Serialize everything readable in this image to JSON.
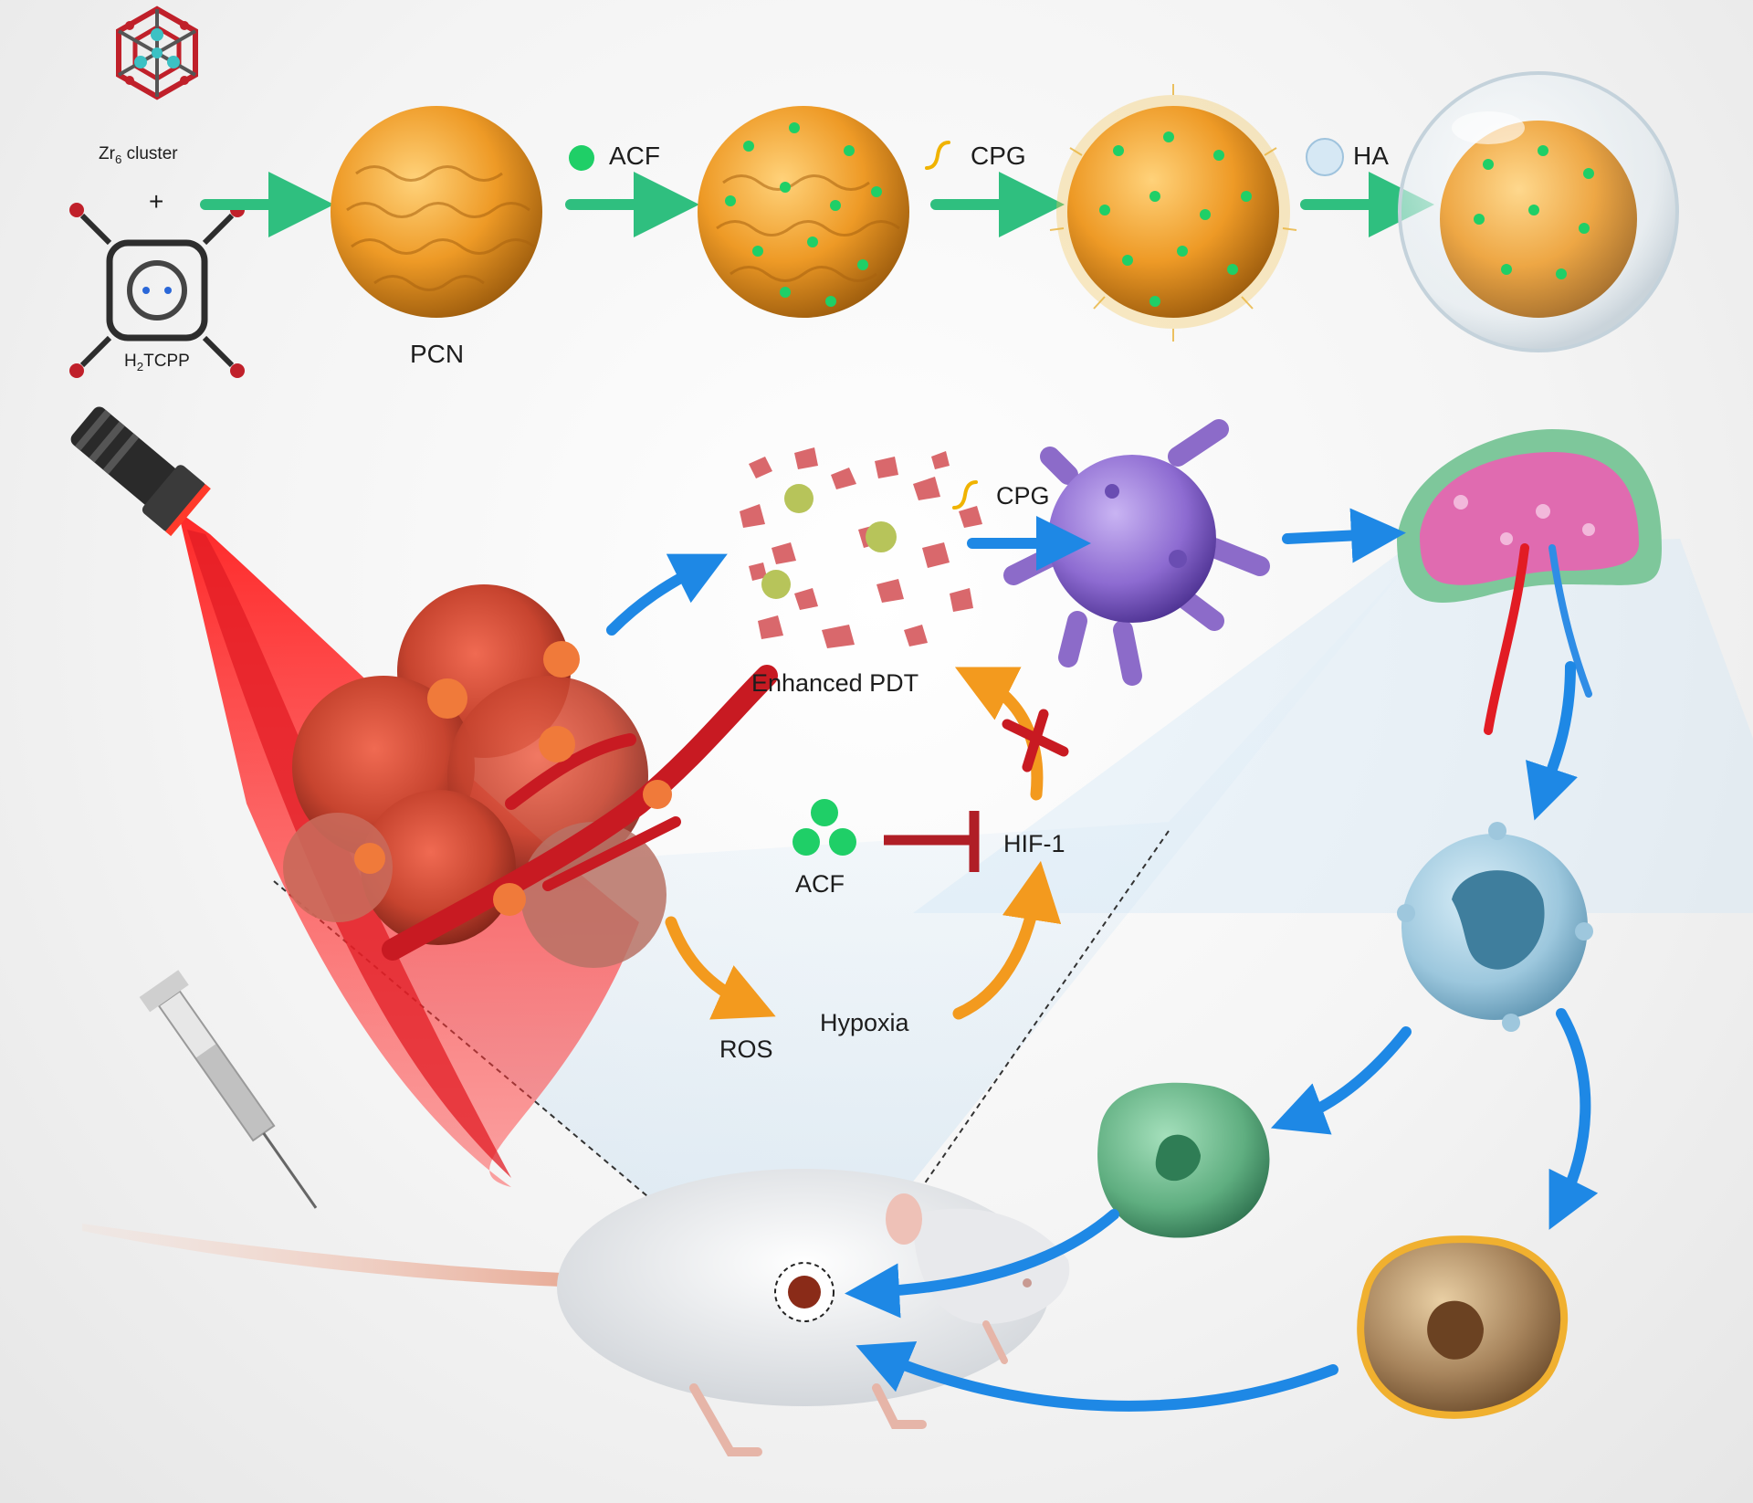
{
  "synthesis": {
    "zr6_label_prefix": "Zr",
    "zr6_label_sub": "6",
    "zr6_label_suffix": " cluster",
    "plus": "+",
    "tcpp_label_prefix": "H",
    "tcpp_label_sub": "2",
    "tcpp_label_suffix": "TCPP",
    "pcn_label": "PCN",
    "acf_step_label": "ACF",
    "cpg_step_label": "CPG",
    "ha_step_label": "HA"
  },
  "mechanism": {
    "cpg_label": "CPG",
    "enhanced_pdt_label": "Enhanced PDT",
    "acf_label": "ACF",
    "hif1_label": "HIF-1",
    "hypoxia_label": "Hypoxia",
    "ros_label": "ROS"
  },
  "colors": {
    "green_arrow": "#2fbf7f",
    "blue_arrow": "#1e88e5",
    "orange_arrow": "#f39a1e",
    "inhibit_red": "#b01e26",
    "acf_green": "#1fcf67",
    "mof_orange": "#e8901f",
    "light_red": "#e21c24",
    "dc_purple": "#8c6bc9"
  }
}
